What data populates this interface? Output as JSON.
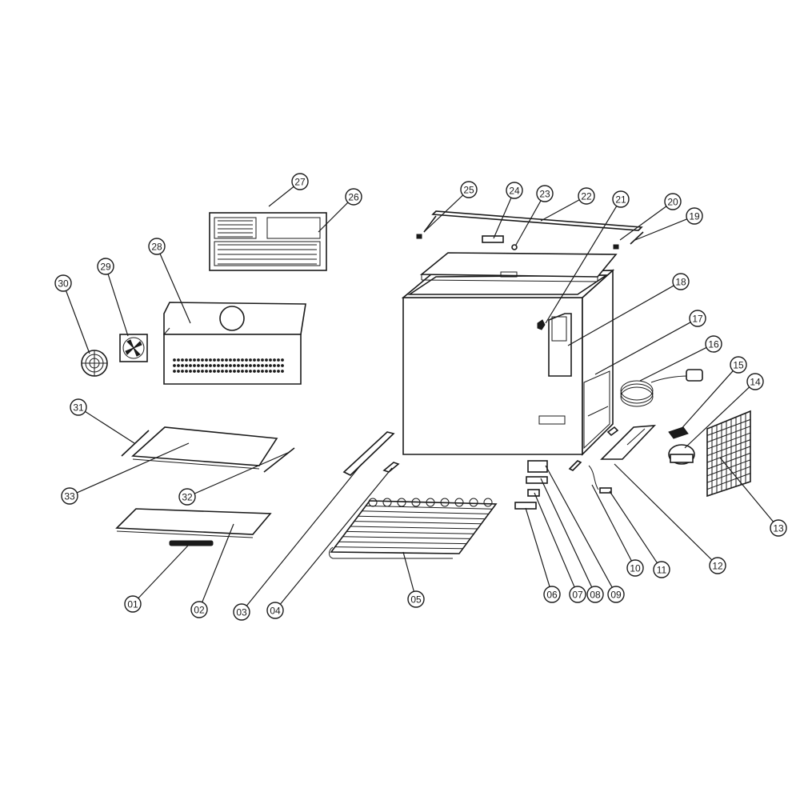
{
  "callouts": [
    {
      "id": "c01",
      "label": "01"
    },
    {
      "id": "c02",
      "label": "02"
    },
    {
      "id": "c03",
      "label": "03"
    },
    {
      "id": "c04",
      "label": "04"
    },
    {
      "id": "c05",
      "label": "05"
    },
    {
      "id": "c06",
      "label": "06"
    },
    {
      "id": "c07",
      "label": "07"
    },
    {
      "id": "c08",
      "label": "08"
    },
    {
      "id": "c09",
      "label": "09"
    },
    {
      "id": "c10",
      "label": "10"
    },
    {
      "id": "c11",
      "label": "11"
    },
    {
      "id": "c12",
      "label": "12"
    },
    {
      "id": "c13",
      "label": "13"
    },
    {
      "id": "c14",
      "label": "14"
    },
    {
      "id": "c15",
      "label": "15"
    },
    {
      "id": "c16",
      "label": "16"
    },
    {
      "id": "c17",
      "label": "17"
    },
    {
      "id": "c18",
      "label": "18"
    },
    {
      "id": "c19",
      "label": "19"
    },
    {
      "id": "c20",
      "label": "20"
    },
    {
      "id": "c21",
      "label": "21"
    },
    {
      "id": "c22",
      "label": "22"
    },
    {
      "id": "c23",
      "label": "23"
    },
    {
      "id": "c24",
      "label": "24"
    },
    {
      "id": "c25",
      "label": "25"
    },
    {
      "id": "c26",
      "label": "26"
    },
    {
      "id": "c27",
      "label": "27"
    },
    {
      "id": "c28",
      "label": "28"
    },
    {
      "id": "c29",
      "label": "29"
    },
    {
      "id": "c30",
      "label": "30"
    },
    {
      "id": "c31",
      "label": "31"
    },
    {
      "id": "c32",
      "label": "32"
    },
    {
      "id": "c33",
      "label": "33"
    }
  ]
}
